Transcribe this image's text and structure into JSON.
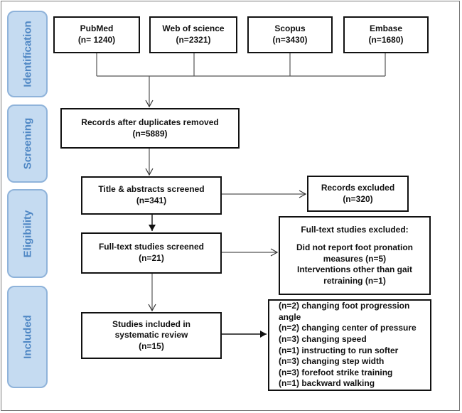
{
  "stages": {
    "identification": "Identification",
    "screening": "Screening",
    "eligibility": "Eligibility",
    "included": "Included"
  },
  "sources": {
    "pubmed": {
      "name": "PubMed",
      "count": "(n= 1240)"
    },
    "wos": {
      "name": "Web of science",
      "count": "(n=2321)"
    },
    "scopus": {
      "name": "Scopus",
      "count": "(n=3430)"
    },
    "embase": {
      "name": "Embase",
      "count": "(n=1680)"
    }
  },
  "records_after_duplicates": {
    "label": "Records after duplicates removed",
    "count": "(n=5889)"
  },
  "title_abstract": {
    "label": "Title & abstracts screened",
    "count": "(n=341)"
  },
  "records_excluded": {
    "label": "Records excluded",
    "count": "(n=320)"
  },
  "fulltext_screened": {
    "label": "Full-text studies screened",
    "count": "(n=21)"
  },
  "fulltext_excluded": {
    "heading": "Full-text studies excluded:",
    "reason1_line1": "Did not report foot pronation",
    "reason1_line2": "measures (n=5)",
    "reason2_line1": "Interventions other than gait",
    "reason2_line2": "retraining (n=1)"
  },
  "included_studies": {
    "line1": "Studies included in",
    "line2": "systematic review",
    "count": "(n=15)"
  },
  "interventions": [
    "(n=2) changing foot progression",
    "angle",
    "(n=2) changing center of pressure",
    "(n=3) changing speed",
    "(n=1) instructing to run softer",
    "(n=3) changing step width",
    "(n=3) forefoot strike training",
    "(n=1) backward walking"
  ]
}
